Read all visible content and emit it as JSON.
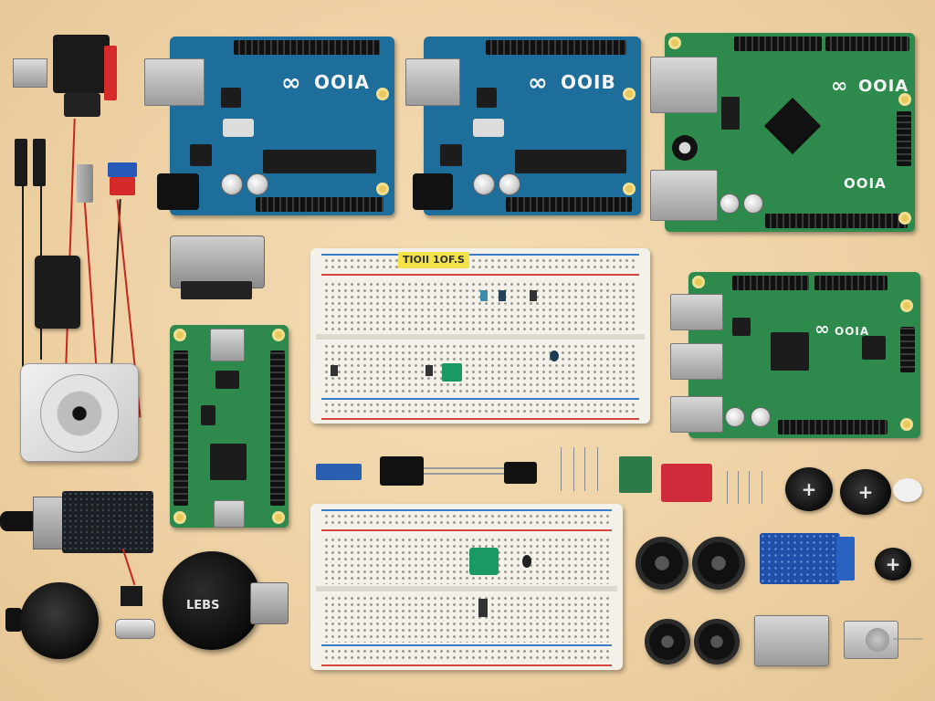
{
  "boards": {
    "board1_label": "OOIA",
    "board2_label": "OOIB",
    "board3_label": "OOIA",
    "board4_label": "OOIA",
    "board5_label": "OOIA"
  },
  "breadboard_top": {
    "tape_label": "TIOII 1OF.S"
  },
  "motor_module": {
    "label": "LEBS"
  },
  "colors": {
    "background": "#eed2a5",
    "pcb_blue": "#1d6e9a",
    "pcb_green": "#2e8a4c",
    "breadboard": "#f3f1ea",
    "rail_red": "#d6453f",
    "rail_blue": "#3b7cc8"
  }
}
